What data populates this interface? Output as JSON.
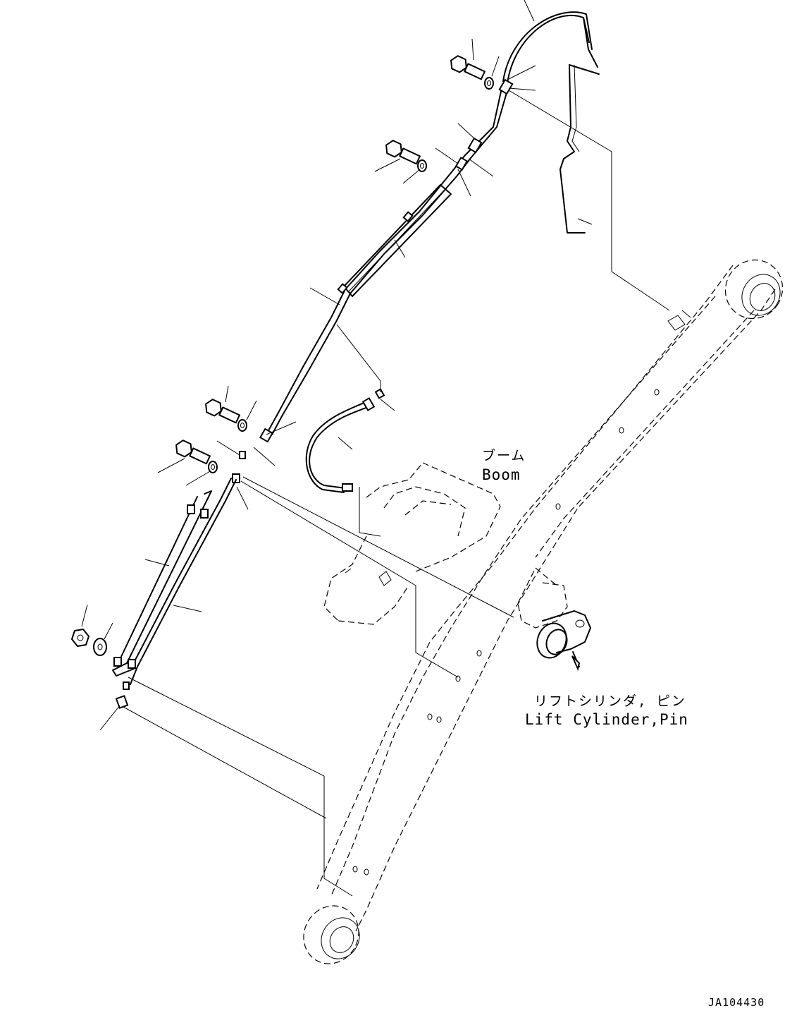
{
  "labels": {
    "boom_jp": "ブーム",
    "boom_en": "Boom",
    "lift_cylinder_jp": "リフトシリンダ, ピン",
    "lift_cylinder_en": "Lift Cylinder,Pin",
    "drawing_code": "JA104430"
  },
  "parts": [
    "boom",
    "lift-cylinder-pin",
    "grease-hose",
    "tube-clamp-plate",
    "upper-tube",
    "lower-tube",
    "bolt",
    "washer",
    "nut",
    "grease-fitting",
    "upper-bracket"
  ]
}
